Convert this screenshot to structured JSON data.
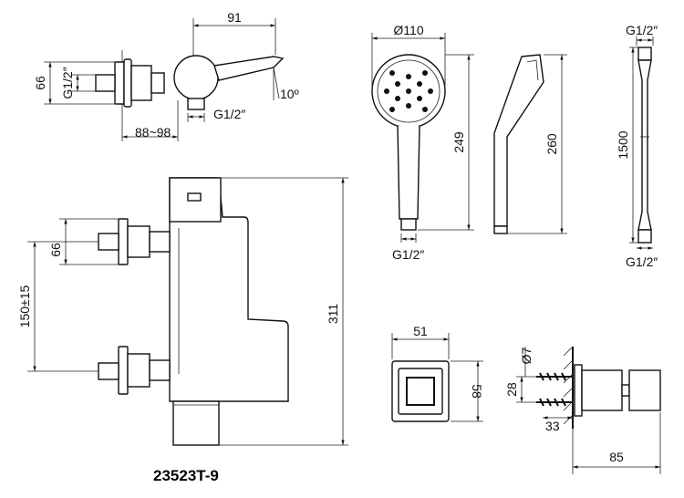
{
  "model_number": "23523T-9",
  "views": {
    "spout_side": {
      "dim_spout_reach": "91",
      "dim_height": "66",
      "dim_thread_left": "G1/2″",
      "dim_thread_bottom": "G1/2″",
      "dim_angle": "10º",
      "dim_distance": "88~98"
    },
    "shower_head_front": {
      "dim_diameter": "Ø110",
      "dim_length": "249",
      "dim_thread": "G1/2″"
    },
    "shower_head_side": {
      "dim_length": "260"
    },
    "hose": {
      "dim_thread_top": "G1/2″",
      "dim_length": "1500",
      "dim_thread_bottom": "G1/2″"
    },
    "mixer_front": {
      "dim_height": "66",
      "dim_centers": "150±15",
      "dim_total_height": "311"
    },
    "wall_outlet_front": {
      "dim_width": "51",
      "dim_height": "58"
    },
    "wall_outlet_side": {
      "dim_screw": "Ø7",
      "dim_spacing": "28",
      "dim_offset": "33",
      "dim_depth": "85"
    }
  }
}
